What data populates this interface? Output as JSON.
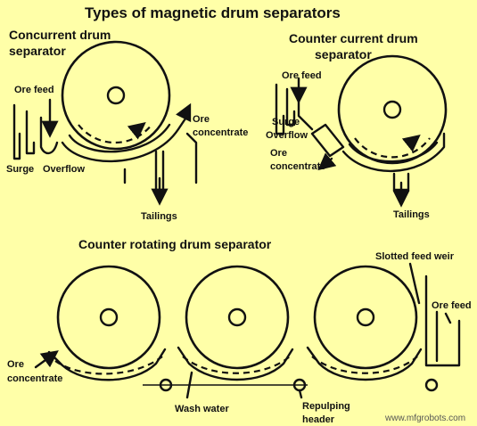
{
  "title": "Types of magnetic drum separators",
  "concurrent": {
    "heading_line1": "Concurrent drum",
    "heading_line2": "separator",
    "ore_feed": "Ore feed",
    "ore_concentrate_line1": "Ore",
    "ore_concentrate_line2": "concentrate",
    "surge": "Surge",
    "overflow": "Overflow",
    "tailings": "Tailings"
  },
  "counter_current": {
    "heading_line1": "Counter current drum",
    "heading_line2": "separator",
    "ore_feed": "Ore feed",
    "surge": "Surge",
    "overflow": "Overflow",
    "ore_concentrate_line1": "Ore",
    "ore_concentrate_line2": "concentrate",
    "tailings": "Tailings"
  },
  "counter_rotating": {
    "heading": "Counter rotating drum separator",
    "slotted_feed_weir": "Slotted feed weir",
    "ore_feed": "Ore feed",
    "ore_concentrate_line1": "Ore",
    "ore_concentrate_line2": "concentrate",
    "wash_water": "Wash water",
    "repulping_line1": "Repulping",
    "repulping_line2": "header"
  },
  "watermark": "www.mfgrobots.com"
}
